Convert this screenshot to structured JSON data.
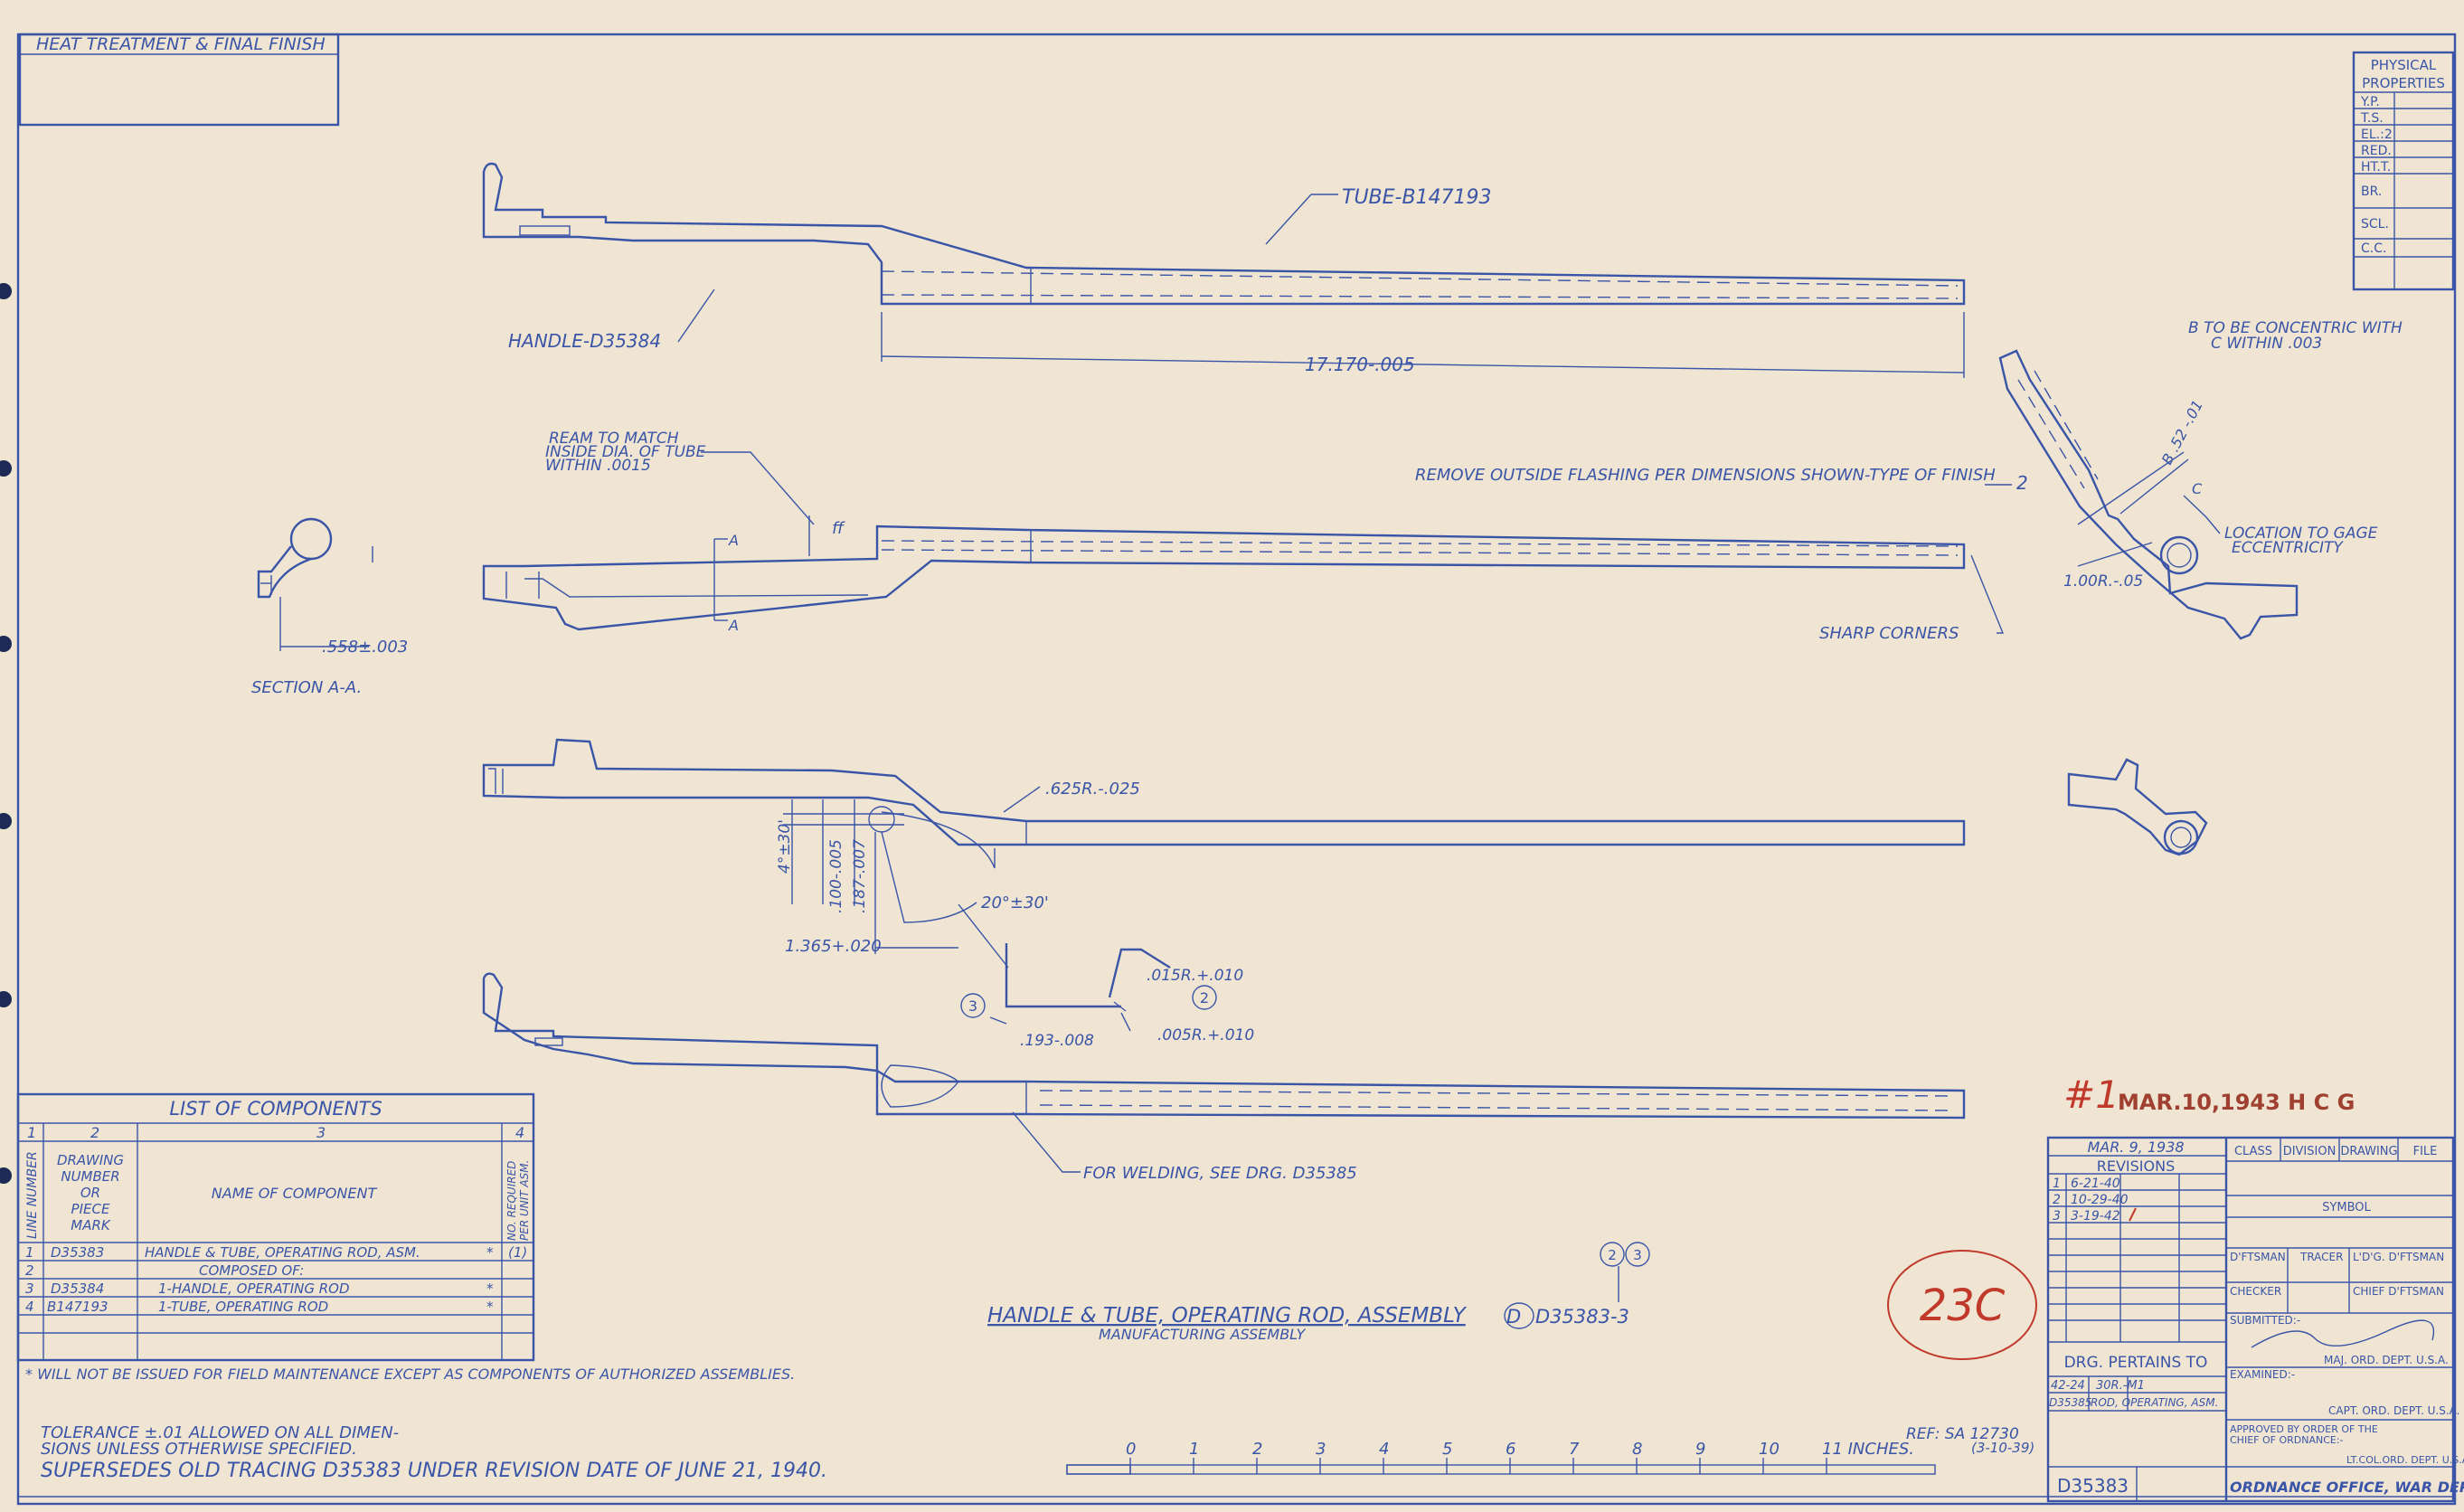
{
  "heat_treatment": "HEAT TREATMENT & FINAL FINISH",
  "physical_properties": {
    "title1": "PHYSICAL",
    "title2": "PROPERTIES",
    "rows": [
      "Y.P.",
      "T.S.",
      "EL.:2",
      "RED.",
      "HT.T.",
      "BR.",
      "SCL.",
      "C.C."
    ]
  },
  "views": {
    "tube_label": "TUBE-B147193",
    "handle_label": "HANDLE-D35384",
    "length_dim": "17.170-.005",
    "ream_note": [
      "REAM TO MATCH",
      "INSIDE DIA. OF TUBE",
      "WITHIN .0015"
    ],
    "section_label": "SECTION A-A.",
    "section_dim": ".558±.003",
    "section_marker": "A",
    "flashing_note": "REMOVE OUTSIDE FLASHING PER DIMENSIONS SHOWN-TYPE OF FINISH",
    "flashing_dim": "2",
    "concentric_note": [
      "B TO BE CONCENTRIC WITH",
      "C WITHIN .003"
    ],
    "b_dim": "B .52 -.01",
    "c_label": "C",
    "gage_note": [
      "LOCATION TO GAGE",
      "ECCENTRICITY"
    ],
    "radius_100": "1.00R.-.05",
    "sharp_corners": "SHARP CORNERS",
    "r625": ".625R.-.025",
    "angle_4": "4°±30'",
    "dim_100": ".100-.005",
    "dim_187": ".187-.007",
    "angle_20": "20°±30'",
    "dim_1365": "1.365+.020",
    "r015": ".015R.+.010",
    "r005": ".005R.+.010",
    "dim_193": ".193-.008",
    "circle_2": "2",
    "circle_3": "3",
    "welding_note": "FOR WELDING, SEE DRG. D35385"
  },
  "components": {
    "title": "LIST OF COMPONENTS",
    "col_numbers": [
      "1",
      "2",
      "3",
      "4"
    ],
    "col_headers": {
      "line": "LINE NUMBER",
      "drawing": [
        "DRAWING",
        "NUMBER",
        "OR",
        "PIECE",
        "MARK"
      ],
      "name": "NAME OF COMPONENT",
      "qty": [
        "NO. REQUIRED",
        "PER UNIT ASM."
      ]
    },
    "rows": [
      {
        "line": "1",
        "drawing": "D35383",
        "name": "HANDLE & TUBE, OPERATING ROD, ASM.",
        "star": "*",
        "qty": "(1)"
      },
      {
        "line": "2",
        "drawing": "",
        "name": "COMPOSED OF:",
        "star": "",
        "qty": ""
      },
      {
        "line": "3",
        "drawing": "D35384",
        "name": "1-HANDLE, OPERATING ROD",
        "star": "*",
        "qty": ""
      },
      {
        "line": "4",
        "drawing": "B147193",
        "name": "1-TUBE, OPERATING ROD",
        "star": "*",
        "qty": ""
      }
    ],
    "footnote": "* WILL NOT BE ISSUED FOR FIELD MAINTENANCE EXCEPT AS COMPONENTS OF AUTHORIZED ASSEMBLIES."
  },
  "title_block": {
    "title": "HANDLE & TUBE, OPERATING ROD, ASSEMBLY",
    "subtitle": "MANUFACTURING ASSEMBLY",
    "number": "D35383-3",
    "circles": [
      "2",
      "3"
    ],
    "tolerance": [
      "TOLERANCE ±.01 ALLOWED ON ALL DIMEN-",
      "SIONS UNLESS OTHERWISE SPECIFIED."
    ],
    "supersedes": "SUPERSEDES OLD TRACING D35383 UNDER REVISION DATE OF JUNE 21, 1940.",
    "ref": "REF: SA 12730",
    "ref_date": "(3-10-39)",
    "scale_ticks": [
      "0",
      "1",
      "2",
      "3",
      "4",
      "5",
      "6",
      "7",
      "8",
      "9",
      "10",
      "11 INCHES."
    ],
    "red_stamp": "23C",
    "rev_stamp_num": "#1",
    "rev_stamp": "MAR.10,1943 H C G"
  },
  "revisions": {
    "date": "MAR. 9, 1938",
    "title": "REVISIONS",
    "rows": [
      {
        "no": "1",
        "date": "6-21-40"
      },
      {
        "no": "2",
        "date": "10-29-40"
      },
      {
        "no": "3",
        "date": "3-19-42"
      }
    ],
    "class": "CLASS",
    "division": "DIVISION",
    "drawing": "DRAWING",
    "file": "FILE",
    "symbol": "SYMBOL",
    "draftsman": "D'FTSMAN",
    "tracer": "TRACER",
    "ldg_draftsman": "L'D'G. D'FTSMAN",
    "checker": "CHECKER",
    "chief_draftsman": "CHIEF D'FTSMAN",
    "submitted": "SUBMITTED:-",
    "maj": "MAJ. ORD. DEPT. U.S.A.",
    "examined": "EXAMINED:-",
    "capt": "CAPT. ORD. DEPT. U.S.A.",
    "approved": [
      "APPROVED BY ORDER OF THE",
      "CHIEF OF ORDNANCE:-"
    ],
    "ltcol": "LT.COL.ORD. DEPT. U.S.A.",
    "office": "ORDNANCE OFFICE, WAR DEPT.",
    "pertains_title": "DRG. PERTAINS TO",
    "pertains": [
      {
        "a": "42-24",
        "b": "30R.-M1"
      },
      {
        "a": "D35385",
        "b": "ROD, OPERATING, ASM."
      }
    ],
    "drg_number": "D35383"
  }
}
